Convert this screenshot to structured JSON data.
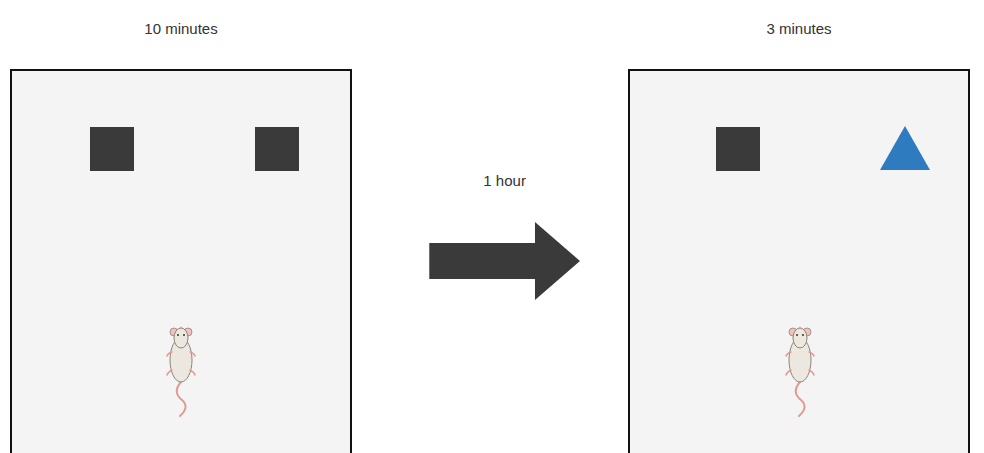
{
  "diagram": {
    "nodes": [
      {
        "text": [
          "10 minutes"
        ]
      },
      {
        "text": [
          "3 minutes"
        ]
      }
    ],
    "edges": [
      {
        "from": 0,
        "to": 1,
        "arrow": "to",
        "label": "1 hour"
      }
    ]
  }
}
